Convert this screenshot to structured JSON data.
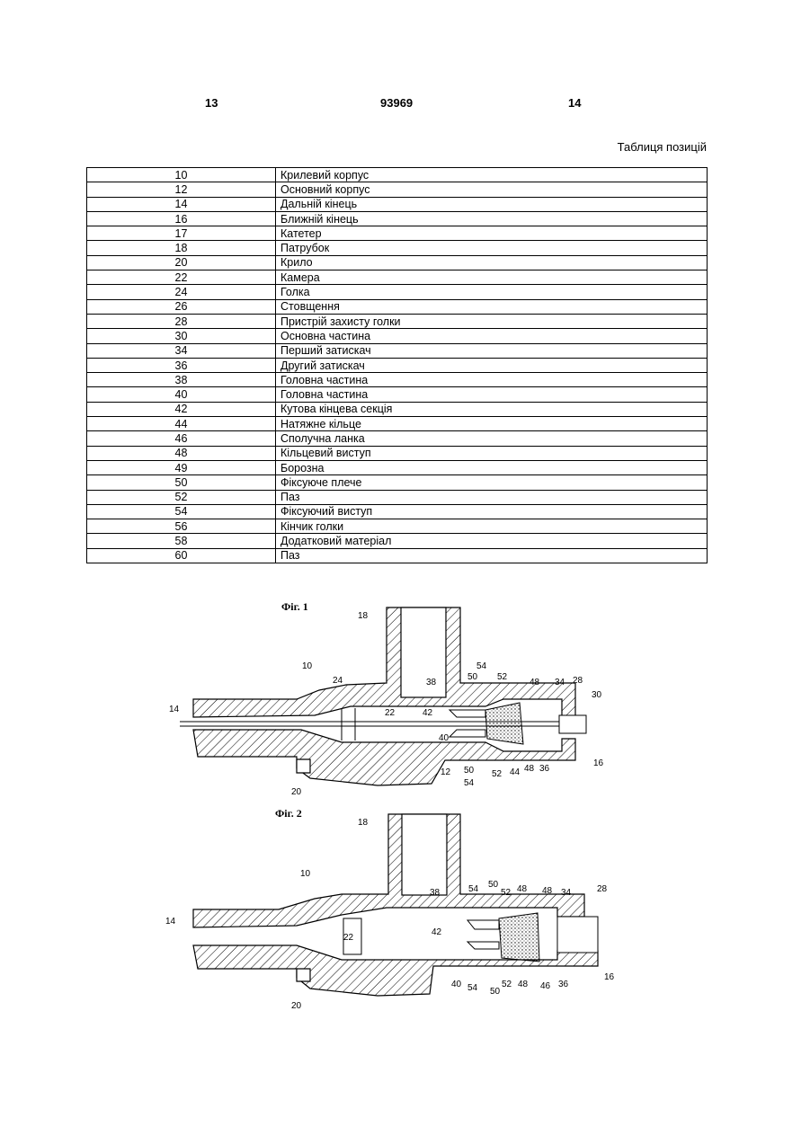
{
  "header": {
    "left_page": "13",
    "patent_number": "93969",
    "right_page": "14"
  },
  "table_title": "Таблиця позицій",
  "rows": [
    {
      "num": "10",
      "name": "Крилевий корпус"
    },
    {
      "num": "12",
      "name": "Основний корпус"
    },
    {
      "num": "14",
      "name": "Дальній кінець"
    },
    {
      "num": "16",
      "name": "Ближній кінець"
    },
    {
      "num": "17",
      "name": "Катетер"
    },
    {
      "num": "18",
      "name": "Патрубок"
    },
    {
      "num": "20",
      "name": "Крило"
    },
    {
      "num": "22",
      "name": "Камера"
    },
    {
      "num": "24",
      "name": "Голка"
    },
    {
      "num": "26",
      "name": "Стовщення"
    },
    {
      "num": "28",
      "name": "Пристрій захисту голки"
    },
    {
      "num": "30",
      "name": "Основна частина"
    },
    {
      "num": "34",
      "name": "Перший затискач"
    },
    {
      "num": "36",
      "name": "Другий затискач"
    },
    {
      "num": "38",
      "name": "Головна частина"
    },
    {
      "num": "40",
      "name": "Головна частина"
    },
    {
      "num": "42",
      "name": "Кутова кінцева секція"
    },
    {
      "num": "44",
      "name": "Натяжне кільце"
    },
    {
      "num": "46",
      "name": "Сполучна ланка"
    },
    {
      "num": "48",
      "name": "Кільцевий виступ"
    },
    {
      "num": "49",
      "name": "Борозна"
    },
    {
      "num": "50",
      "name": "Фіксуюче плече"
    },
    {
      "num": "52",
      "name": "Паз"
    },
    {
      "num": "54",
      "name": "Фіксуючий виступ"
    },
    {
      "num": "56",
      "name": "Кінчик голки"
    },
    {
      "num": "58",
      "name": "Додатковий матеріал"
    },
    {
      "num": "60",
      "name": "Паз"
    }
  ],
  "figures": [
    {
      "label": "Фіг. 1",
      "callouts": [
        "18",
        "10",
        "24",
        "38",
        "54",
        "50",
        "52",
        "48",
        "34",
        "28",
        "30",
        "14",
        "22",
        "42",
        "40",
        "12",
        "50",
        "54",
        "52",
        "44",
        "48",
        "36",
        "16",
        "20"
      ]
    },
    {
      "label": "Фіг. 2",
      "callouts": [
        "18",
        "10",
        "38",
        "54",
        "50",
        "52",
        "48",
        "48",
        "34",
        "28",
        "14",
        "42",
        "22",
        "40",
        "54",
        "50",
        "52",
        "48",
        "46",
        "36",
        "16",
        "20"
      ]
    }
  ]
}
